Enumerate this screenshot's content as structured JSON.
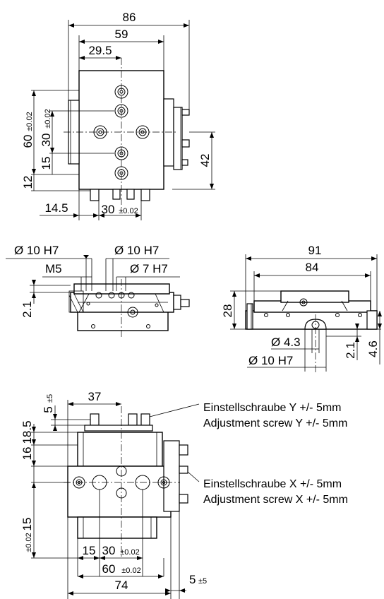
{
  "top_view": {
    "dims": {
      "width_86": "86",
      "width_59": "59",
      "width_29_5": "29.5",
      "height_60": "60",
      "height_60_tol": "±0.02",
      "height_15": "15",
      "height_30": "30",
      "height_30_tol": "±0.02",
      "height_12": "12",
      "width_14_5": "14.5",
      "width_30": "30",
      "width_30_tol": "±0.02",
      "height_42": "42"
    }
  },
  "front_view": {
    "dims": {
      "dia_10_h7_left": "Ø 10 H7",
      "m5": "M5",
      "dia_10_h7_right": "Ø 10 H7",
      "dia_7_h7": "Ø 7 H7",
      "height_2_1": "2.1"
    }
  },
  "side_view": {
    "dims": {
      "width_91": "91",
      "width_84": "84",
      "height_28": "28",
      "dia_4_3": "Ø 4.3",
      "dia_10_h7": "Ø 10 H7",
      "height_2_1": "2.1",
      "height_4_6": "4.6"
    }
  },
  "bottom_view": {
    "dims": {
      "stroke_y_5": "5",
      "stroke_y_5_tol": "±5",
      "width_37": "37",
      "height_18_5": "18.5",
      "height_16": "16",
      "height_15": "15",
      "height_15_tol": "±0.02",
      "width_15": "15",
      "width_30": "30",
      "width_30_tol": "±0.02",
      "width_60": "60",
      "width_60_tol": "±0.02",
      "width_74": "74",
      "stroke_x_5": "5",
      "stroke_x_5_tol": "±5"
    },
    "notes": {
      "screw_y_de": "Einstellschraube Y +/- 5mm",
      "screw_y_en": "Adjustment screw Y +/- 5mm",
      "screw_x_de": "Einstellschraube X +/- 5mm",
      "screw_x_en": "Adjustment screw X +/- 5mm"
    }
  }
}
